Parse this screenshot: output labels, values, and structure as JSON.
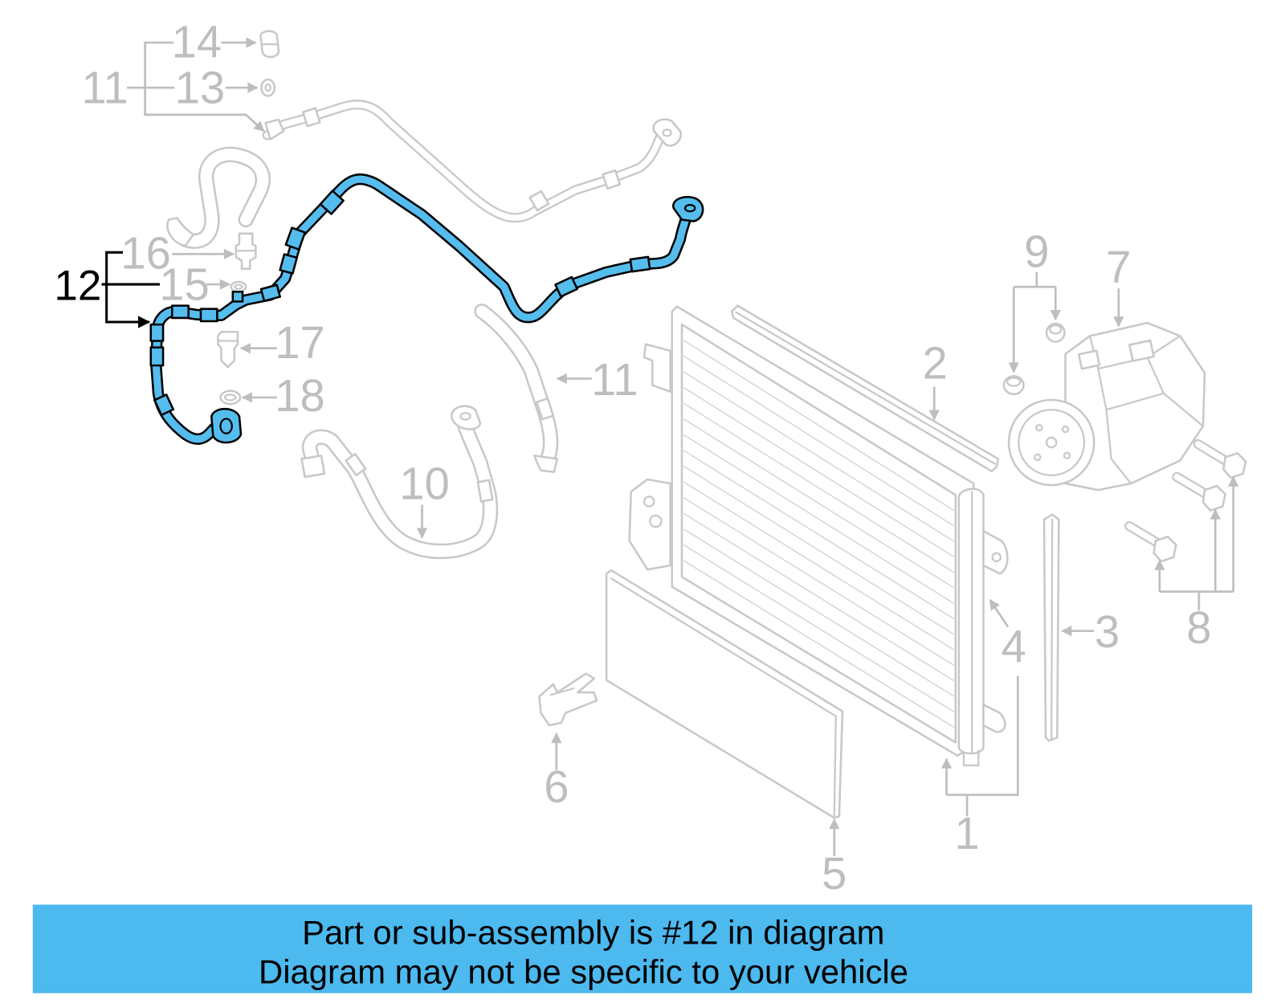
{
  "diagram": {
    "callouts": {
      "label_14": "14",
      "label_11_top": "11",
      "label_13": "13",
      "label_16": "16",
      "label_12": "12",
      "label_15": "15",
      "label_17": "17",
      "label_18": "18",
      "label_11_mid": "11",
      "label_10": "10",
      "label_2": "2",
      "label_9": "9",
      "label_7": "7",
      "label_4": "4",
      "label_3": "3",
      "label_8": "8",
      "label_6": "6",
      "label_1": "1",
      "label_5": "5"
    }
  },
  "banner": {
    "line1": "Part or sub-assembly is #12 in diagram",
    "line2": "Diagram may not be specific to your vehicle"
  },
  "colors": {
    "highlight": "#55BDEE",
    "banner": "#4CB9EF",
    "line_art": "#C8C8C8",
    "label": "#BEBEBE",
    "emphasis": "#000000"
  }
}
